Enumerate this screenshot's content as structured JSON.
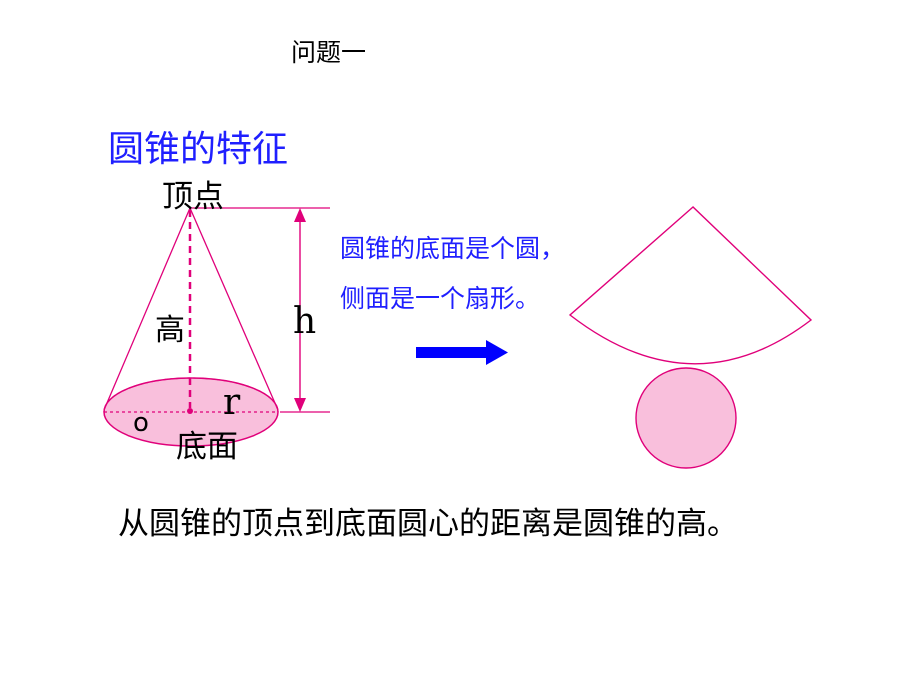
{
  "heading": {
    "problem": "问题一",
    "title": "圆锥的特征"
  },
  "cone_labels": {
    "apex": "顶点",
    "height": "高",
    "base": "底面",
    "center": "o",
    "h": "h",
    "r": "r"
  },
  "description": {
    "line1": "圆锥的底面是个圆，",
    "line2": "侧面是一个扇形。"
  },
  "conclusion": "从圆锥的顶点到底面圆心的距离是圆锥的高。",
  "colors": {
    "title_blue": "#1f1fff",
    "shape_magenta": "#e0007a",
    "base_fill": "#f9bfdc",
    "arrow_blue": "#0000ff"
  }
}
